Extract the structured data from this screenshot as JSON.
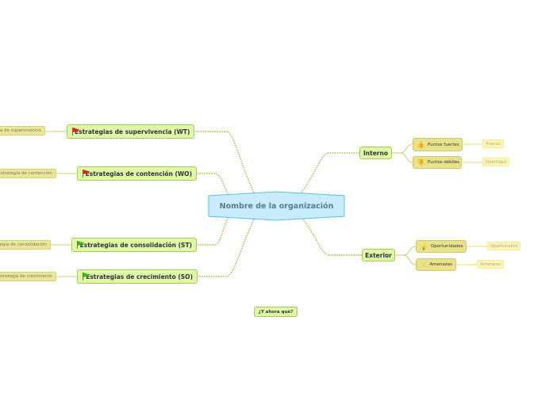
{
  "central": {
    "label": "Nombre de la organización"
  },
  "left": [
    {
      "label": "Estrategias de supervivencia (WT)",
      "flag": "red-flag",
      "flag_color": "#e02020",
      "leaf": "ia de supervivencia"
    },
    {
      "label": "Estrategias de contención (WO)",
      "flag": "red-flag",
      "flag_color": "#e02020",
      "leaf": "Estrategia de contención"
    },
    {
      "label": "Estrategias de consolidación (ST)",
      "flag": "green-flag",
      "flag_color": "#3cb81c",
      "leaf": "egia de consolidación"
    },
    {
      "label": "Estrategias de crecimiento (SO)",
      "flag": "green-flag",
      "flag_color": "#3cb81c",
      "leaf": "strategia de crecimiento"
    }
  ],
  "interno": {
    "label": "Interno",
    "children": [
      {
        "label": "Puntos fuertes",
        "icon": "thumbs-up-icon",
        "leaf": "Fuerza"
      },
      {
        "label": "Puntos débiles",
        "icon": "thumbs-down-icon",
        "leaf": "Debilidad"
      }
    ]
  },
  "exterior": {
    "label": "Exterior",
    "children": [
      {
        "label": "Oportunidades",
        "icon": "lightbulb-icon",
        "leaf": "Oportunidad"
      },
      {
        "label": "Amenazas",
        "icon": "lightning-icon",
        "leaf": "Amenaza"
      }
    ]
  },
  "floating": {
    "label": "¿Y ahora qué?"
  }
}
